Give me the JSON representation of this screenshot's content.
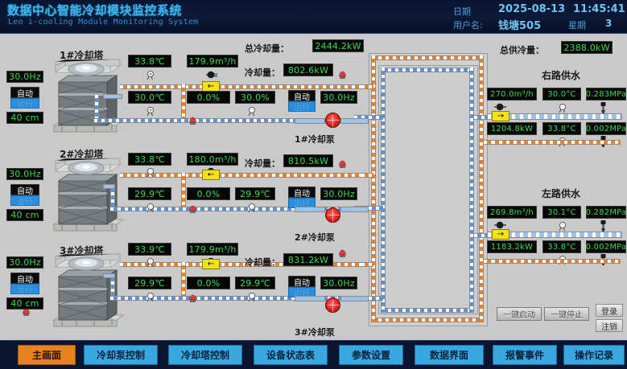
{
  "header": {
    "title_cn": "数据中心智能冷却模块监控系统",
    "title_en": "Leo i-cooling Module Monitoring System",
    "date_label": "日期",
    "date_value": "2025-08-13",
    "time_value": "11:45:41",
    "user_label": "用户名:",
    "user_value": "钱塘505",
    "weekday_label": "星期",
    "weekday_value": "3",
    "accent_color": "#3db7f0"
  },
  "totals": {
    "total_cooling_label": "总冷却量：",
    "total_cooling_value": "2444.2kW",
    "total_supply_label": "总供冷量：",
    "total_supply_value": "2388.0kW"
  },
  "towers": [
    {
      "name": "1#冷却塔",
      "pump_name": "1#冷却泵",
      "fan_freq": "30.0Hz",
      "mode": "自动",
      "run_state": "运行",
      "water_level": "40 cm",
      "return_temp": "33.8℃",
      "supply_temp": "30.0℃",
      "flow": "179.9m³/h",
      "valve_open_1": "0.0%",
      "valve_open_2": "30.0%",
      "cooling_label": "冷却量：",
      "cooling_value": "802.6kW",
      "pump_mode": "自动",
      "pump_run": "运行",
      "pump_freq": "30.0Hz"
    },
    {
      "name": "2#冷却塔",
      "pump_name": "2#冷却泵",
      "fan_freq": "30.0Hz",
      "mode": "自动",
      "run_state": "运行",
      "water_level": "40 cm",
      "return_temp": "33.8℃",
      "supply_temp": "29.9℃",
      "flow": "180.0m³/h",
      "valve_open_1": "0.0%",
      "valve_open_2": "29.9℃",
      "cooling_label": "冷却量：",
      "cooling_value": "810.5kW",
      "pump_mode": "自动",
      "pump_run": "运行",
      "pump_freq": "30.0Hz"
    },
    {
      "name": "3#冷却塔",
      "pump_name": "3#冷却泵",
      "fan_freq": "30.0Hz",
      "mode": "自动",
      "run_state": "运行",
      "water_level": "40 cm",
      "return_temp": "33.9℃",
      "supply_temp": "29.9℃",
      "flow": "179.9m³/h",
      "valve_open_1": "0.0%",
      "valve_open_2": "29.9℃",
      "cooling_label": "冷却量：",
      "cooling_value": "831.2kW",
      "pump_mode": "自动",
      "pump_run": "运行",
      "pump_freq": "30.0Hz"
    }
  ],
  "supply_lines": [
    {
      "title": "右路供水",
      "flow": "270.0m³/h",
      "supply_temp": "30.0°C",
      "supply_press": "0.283MPa",
      "power": "1204.8kW",
      "return_temp": "33.8°C",
      "return_press": "0.002MPa"
    },
    {
      "title": "左路供水",
      "flow": "269.8m³/h",
      "supply_temp": "30.1°C",
      "supply_press": "0.282MPa",
      "power": "1183.2kW",
      "return_temp": "33.8°C",
      "return_press": "0.002MPa"
    }
  ],
  "actions": {
    "start_all": "一键启动",
    "stop_all": "一键停止",
    "login": "登录",
    "logout": "注销"
  },
  "nav": [
    {
      "label": "主画面",
      "active": true
    },
    {
      "label": "冷却泵控制",
      "active": false
    },
    {
      "label": "冷却塔控制",
      "active": false
    },
    {
      "label": "设备状态表",
      "active": false
    },
    {
      "label": "参数设置",
      "active": false
    },
    {
      "label": "数据界面",
      "active": false
    },
    {
      "label": "报警事件",
      "active": false
    },
    {
      "label": "操作记录",
      "active": false
    }
  ],
  "icons": {
    "temperature": "temperature-sensor-icon",
    "pressure": "pressure-sensor-icon",
    "flow": "flow-meter-icon",
    "valve": "motorized-valve-icon",
    "alarm": "alarm-beacon-icon",
    "pump": "pump-icon"
  },
  "colors": {
    "hot_pipe": "#e8832a",
    "cold_pipe": "#5b93d6",
    "value_green": "#39d94a",
    "run_blue": "#2a8fe0",
    "nav_blue": "#39a7e0",
    "nav_active_orange": "#e8821e"
  }
}
